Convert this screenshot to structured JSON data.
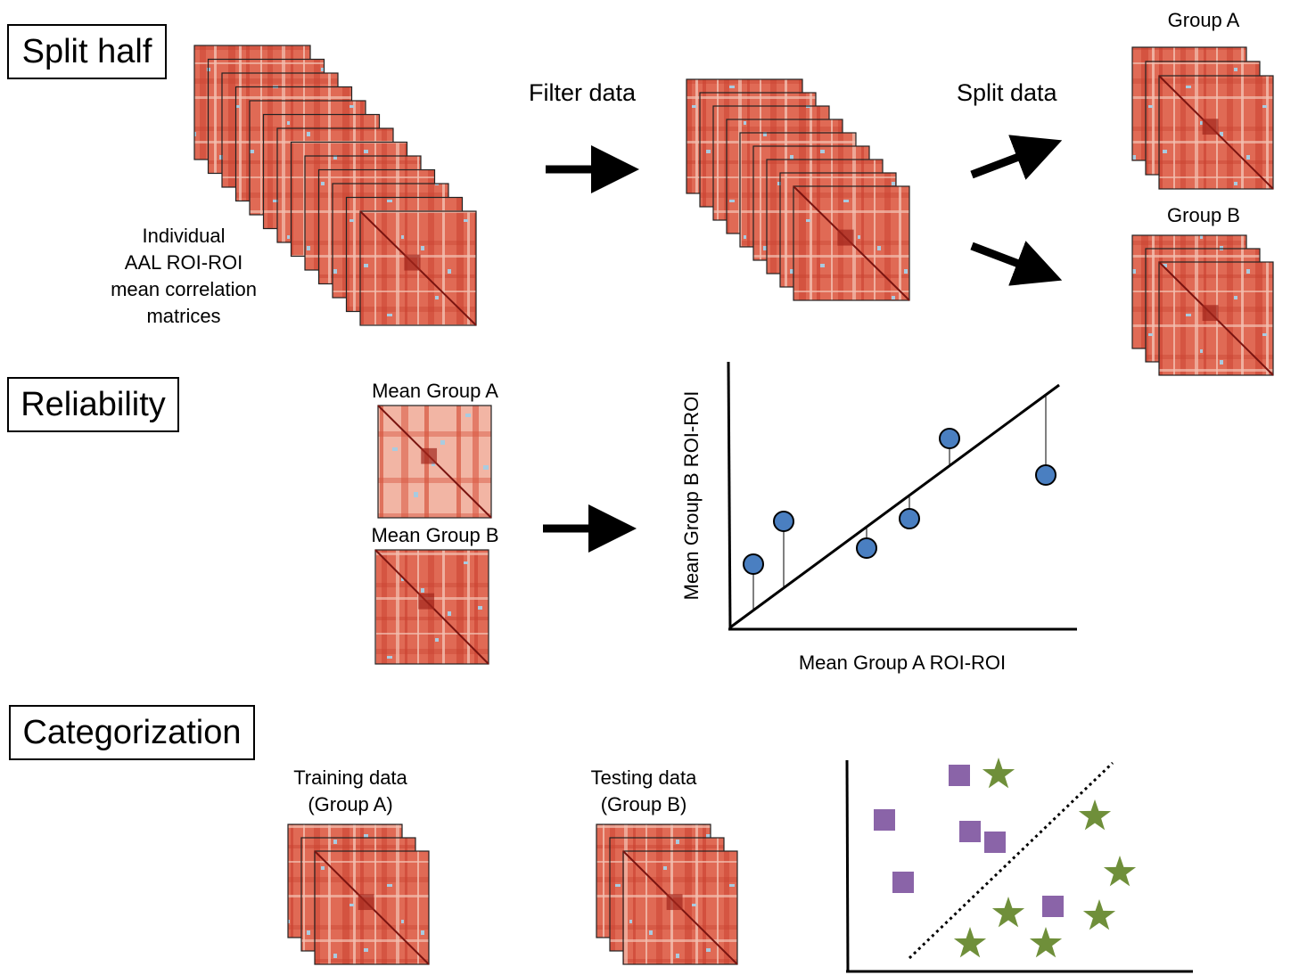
{
  "sections": {
    "split_half": "Split half",
    "reliability": "Reliability",
    "categorization": "Categorization"
  },
  "labels": {
    "individual_lines": [
      "Individual",
      "AAL ROI-ROI",
      "mean correlation",
      "matrices"
    ],
    "filter_data": "Filter data",
    "split_data": "Split data",
    "group_a": "Group A",
    "group_b": "Group B",
    "mean_group_a": "Mean Group A",
    "mean_group_b": "Mean Group B",
    "training_lines": [
      "Training data",
      "(Group A)"
    ],
    "testing_lines": [
      "Testing data",
      "(Group B)"
    ]
  },
  "reliability_plot": {
    "xlabel": "Mean Group A ROI-ROI",
    "ylabel": "Mean Group B ROI-ROI"
  },
  "colors": {
    "matrix_red": "#d9523f",
    "matrix_blue": "#a9cbe0",
    "point_blue": "#4a7fc1",
    "square_purple": "#8a64a8",
    "star_green": "#6f8f3a"
  }
}
